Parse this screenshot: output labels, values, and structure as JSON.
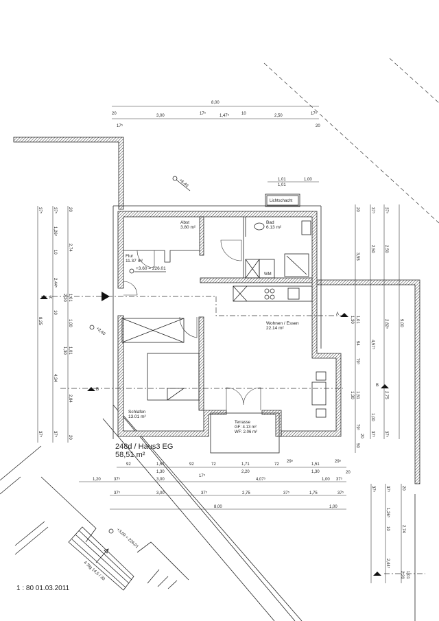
{
  "plan": {
    "title": "248d / Haus3 EG",
    "area": "58,51 m²",
    "scale_date": "1 : 80  01.03.2011",
    "lichtschacht": "Lichtschacht",
    "level_top": "+6,40",
    "level_entry": "+3,60",
    "level_stair": "+3,60 = 226,01",
    "stair_note": "4 Stg 14,5 / 30",
    "section_a": "A",
    "section_b": "B"
  },
  "rooms": {
    "abst": {
      "name": "Abst",
      "area": "3.80 m²"
    },
    "flur": {
      "name": "Flur",
      "area": "11.37 m²",
      "level": "+3.60 = 226.01"
    },
    "bad": {
      "name": "Bad",
      "area": "6.13 m²"
    },
    "wm": "WM",
    "wohnen": {
      "name": "Wohnen / Essen",
      "area": "22.14 m²"
    },
    "schlafen": {
      "name": "Schlafen",
      "area": "13.01 m²"
    },
    "terrasse": {
      "name": "Terrasse",
      "gf": "GF:  4.13 m²",
      "wf": "WF:  2.06 m²"
    }
  },
  "dims": {
    "top_total": "8,00",
    "top": [
      "20",
      "17⁵",
      "3,00",
      "17⁵",
      "1,47⁵",
      "10",
      "2,50",
      "17⁵",
      "20"
    ],
    "licht": [
      "1,01",
      "1,01",
      "1,00"
    ],
    "bottom_row1": [
      "92",
      "1,51",
      "1,30",
      "92",
      "72",
      "1,71",
      "2,20",
      "72",
      "29⁵",
      "1,51",
      "1,30",
      "29⁵"
    ],
    "bottom_row2": [
      "1,20",
      "37⁵",
      "3,00",
      "17⁵",
      "4,07⁵",
      "1,00",
      "37⁵",
      "20"
    ],
    "bottom_row3": [
      "37⁵",
      "3,00",
      "37⁵",
      "2,75",
      "37⁵",
      "1,75",
      "37⁵"
    ],
    "bottom_row4": [
      "8,00",
      "1,00"
    ],
    "left1": [
      "37⁵",
      "8,25",
      "37⁵"
    ],
    "left2": [
      "37⁵",
      "1,26⁵",
      "10",
      "2,44⁵",
      "10",
      "4,34",
      "37⁵"
    ],
    "left3": [
      "20",
      "2,74",
      "1,01",
      "2,20",
      "1,00",
      "1,01",
      "1,30",
      "2,84",
      "20"
    ],
    "right1": [
      "20",
      "3,55",
      "1,01",
      "1,30",
      "94",
      "79⁵",
      "1,51",
      "1,30",
      "79⁵",
      "20",
      "50"
    ],
    "right2": [
      "37⁵",
      "2,50",
      "4,57⁵",
      "1,00",
      "37⁵"
    ],
    "right3": [
      "37⁵",
      "2,50",
      "2,82⁵",
      "2,75",
      "37⁵"
    ],
    "right4": [
      "9,00"
    ],
    "br1": [
      "37⁵"
    ],
    "br2": [
      "37⁵",
      "1,26⁵",
      "10",
      "2,44⁵"
    ],
    "br3": [
      "20",
      "2,74",
      "1,01",
      "2,20"
    ]
  }
}
